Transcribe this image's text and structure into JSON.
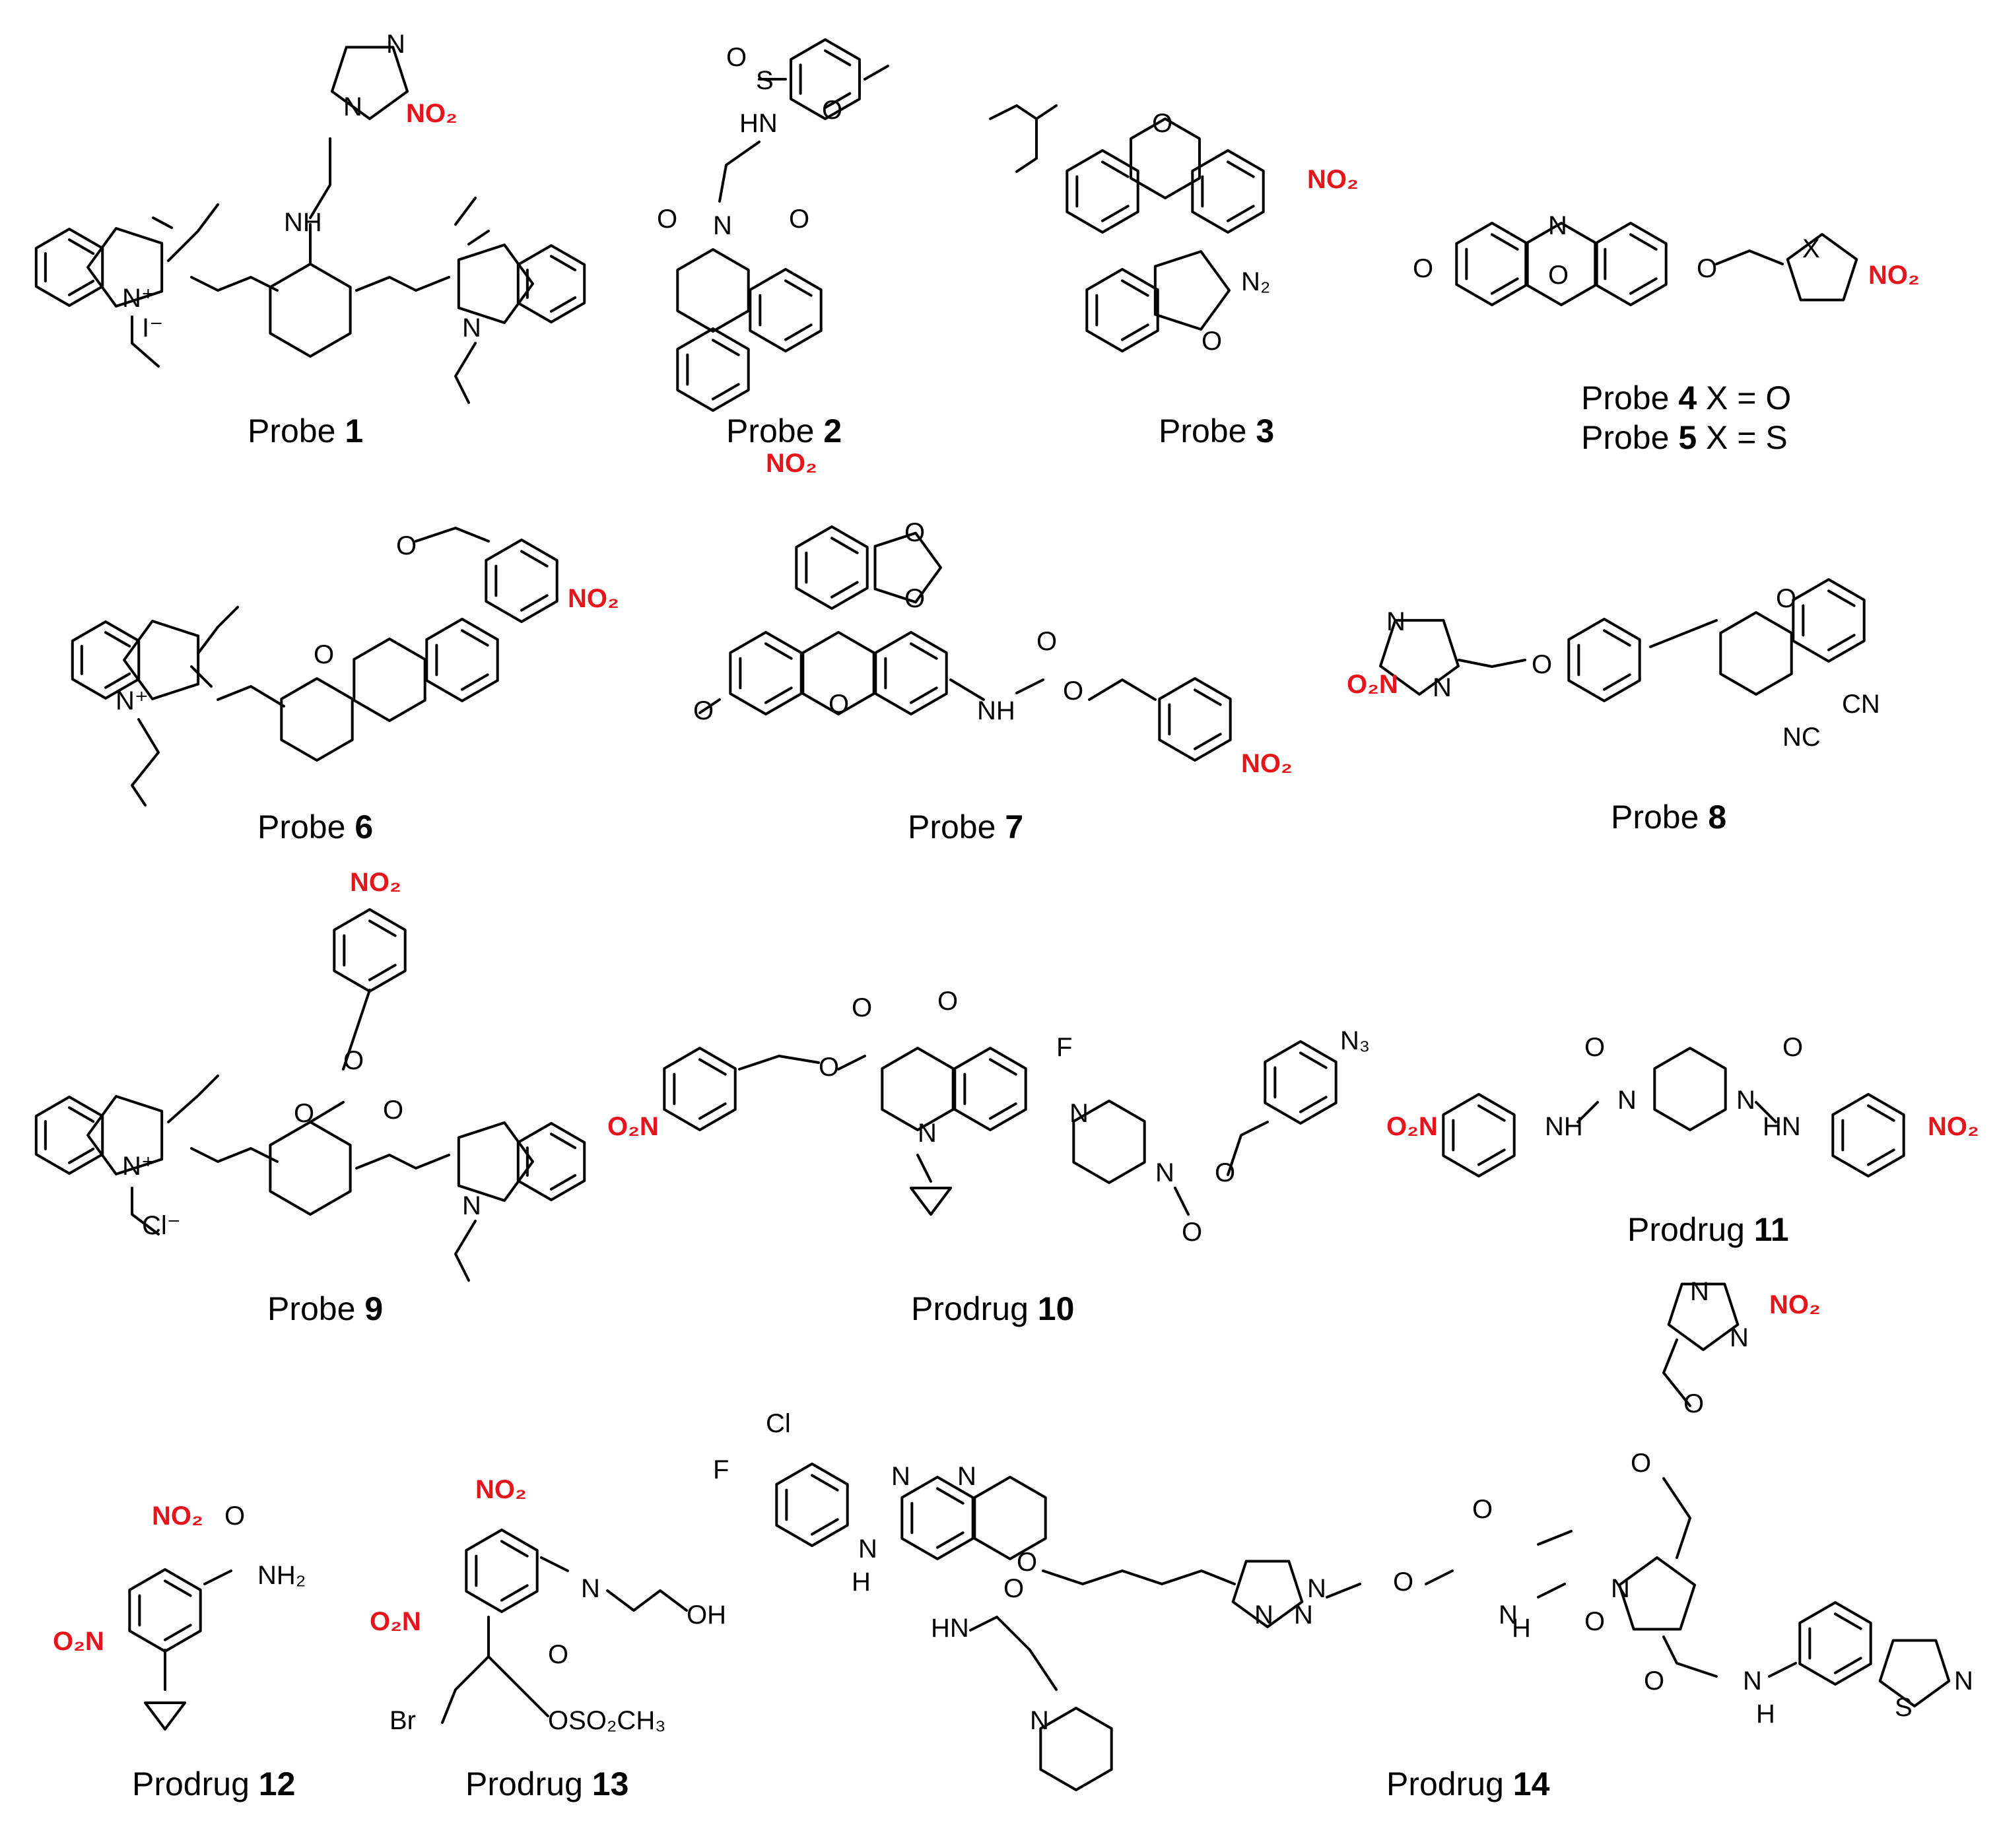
{
  "colors": {
    "nitro": "#e8141b",
    "bond": "#000000",
    "background": "#ffffff"
  },
  "captions": [
    {
      "id": "c1",
      "prefix": "Probe ",
      "num": "1"
    },
    {
      "id": "c2",
      "prefix": "Probe ",
      "num": "2"
    },
    {
      "id": "c3",
      "prefix": "Probe ",
      "num": "3"
    },
    {
      "id": "c4",
      "prefix": "Probe ",
      "num": "4",
      "suffix": "  X = O"
    },
    {
      "id": "c5",
      "prefix": "Probe ",
      "num": "5",
      "suffix": "  X = S"
    },
    {
      "id": "c6",
      "prefix": "Probe ",
      "num": "6"
    },
    {
      "id": "c7",
      "prefix": "Probe ",
      "num": "7"
    },
    {
      "id": "c8",
      "prefix": "Probe ",
      "num": "8"
    },
    {
      "id": "c9",
      "prefix": "Probe ",
      "num": "9"
    },
    {
      "id": "c10",
      "prefix": "Prodrug ",
      "num": "10"
    },
    {
      "id": "c11",
      "prefix": "Prodrug ",
      "num": "11"
    },
    {
      "id": "c12",
      "prefix": "Prodrug ",
      "num": "12"
    },
    {
      "id": "c13",
      "prefix": "Prodrug ",
      "num": "13"
    },
    {
      "id": "c14",
      "prefix": "Prodrug ",
      "num": "14"
    }
  ],
  "atom_labels": {
    "nitro": "NO₂",
    "nitro_left": "O₂N",
    "N": "N",
    "NH": "NH",
    "HN": "HN",
    "H": "H",
    "O": "O",
    "S": "S",
    "F": "F",
    "Cl": "Cl",
    "Br": "Br",
    "X": "X",
    "N_plus": "N⁺",
    "iodide": "I⁻",
    "chloride": "Cl⁻",
    "diazo": "N₂",
    "azide": "N₃",
    "CN": "CN",
    "NC": "NC",
    "amide": "NH₂",
    "OH": "OH",
    "mesylate": "OSO₂CH₃"
  }
}
